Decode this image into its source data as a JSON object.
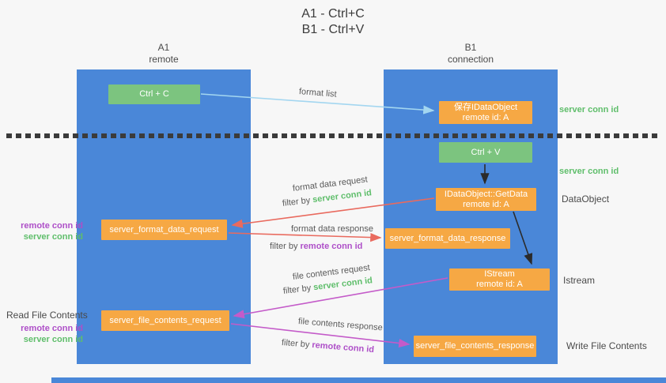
{
  "title": {
    "line1": "A1 - Ctrl+C",
    "line2": "B1 - Ctrl+V"
  },
  "lanes": {
    "left": {
      "id": "A1",
      "subtitle": "remote"
    },
    "right": {
      "id": "B1",
      "subtitle": "connection"
    }
  },
  "nodes": {
    "ctrl_c": {
      "label": "Ctrl + C"
    },
    "save_idataobject": {
      "line1": "保存IDataObject",
      "line2": "remote id: A"
    },
    "ctrl_v": {
      "label": "Ctrl + V"
    },
    "getdata": {
      "line1": "IDataObject::GetData",
      "line2": "remote id: A"
    },
    "format_data_request": {
      "label": "server_format_data_request"
    },
    "format_data_response": {
      "label": "server_format_data_response"
    },
    "istream": {
      "line1": "IStream",
      "line2": "remote id: A"
    },
    "file_contents_request": {
      "label": "server_file_contents_request"
    },
    "file_contents_response": {
      "label": "server_file_contents_response"
    }
  },
  "arrow_labels": {
    "format_list": "format list",
    "format_data_request": "format data request",
    "format_data_request_filter_prefix": "filter by ",
    "format_data_request_filter_key": "server conn id",
    "format_data_response": "format data response",
    "format_data_response_filter_prefix": "filter by ",
    "format_data_response_filter_key": "remote conn id",
    "file_contents_request": "file contents request",
    "file_contents_request_filter_prefix": "filter by ",
    "file_contents_request_filter_key": "server conn id",
    "file_contents_response": "file contents response",
    "file_contents_response_filter_prefix": "filter by ",
    "file_contents_response_filter_key": "remote conn id"
  },
  "side_labels": {
    "right_server_conn_id_top": "server conn id",
    "right_server_conn_id_mid": "server conn id",
    "right_dataobject": "DataObject",
    "right_istream": "Istream",
    "right_write_file_contents": "Write File Contents",
    "left_remote_conn_id_top": "remote conn id",
    "left_server_conn_id_top": "server conn id",
    "left_read_file_contents": "Read File Contents",
    "left_remote_conn_id_bottom": "remote conn id",
    "left_server_conn_id_bottom": "server conn id"
  },
  "colors": {
    "lane_blue": "#4A87D8",
    "green_box": "#7CC47F",
    "orange_box": "#F6A844",
    "green_text": "#5FBE6B",
    "purple_text": "#AE4FC8",
    "red_arrow": "#E96A5E",
    "light_blue_arrow": "#A3D6F0",
    "magenta_arrow": "#C45BC9",
    "black_arrow": "#2b2b2b",
    "dotted_line": "#3b3b3b"
  }
}
